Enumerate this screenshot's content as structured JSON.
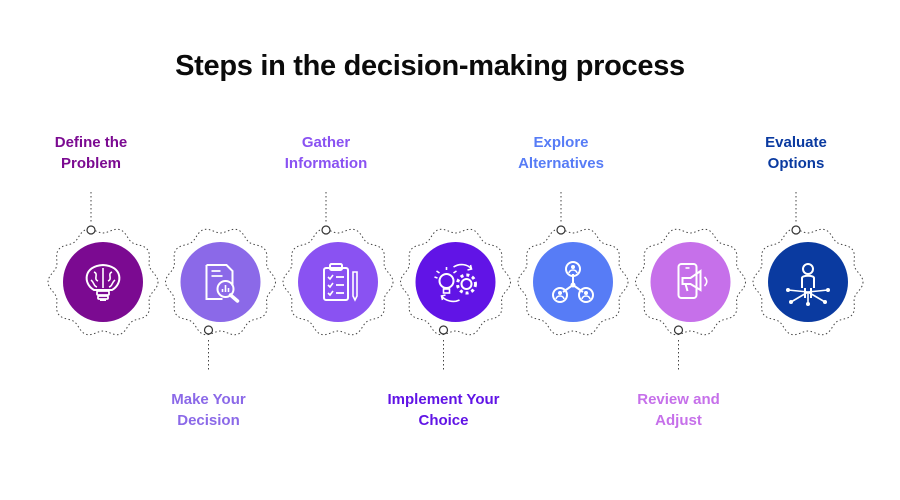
{
  "title": "Steps in the decision-making process",
  "steps": [
    {
      "line1": "Define the",
      "line2": "Problem",
      "color": "#7b0a91",
      "position": "top",
      "icon": "brain-lightbulb-icon"
    },
    {
      "line1": "Make Your",
      "line2": "Decision",
      "color": "#8b69e8",
      "position": "bottom",
      "icon": "document-magnifier-chart-icon"
    },
    {
      "line1": "Gather",
      "line2": "Information",
      "color": "#8a52f2",
      "position": "top",
      "icon": "clipboard-checklist-icon"
    },
    {
      "line1": "Implement Your",
      "line2": "Choice",
      "color": "#6114e6",
      "position": "bottom",
      "icon": "lightbulb-gear-cycle-icon"
    },
    {
      "line1": "Explore",
      "line2": "Alternatives",
      "color": "#577cf6",
      "position": "top",
      "icon": "network-people-icon"
    },
    {
      "line1": "Review and",
      "line2": "Adjust",
      "color": "#c670ea",
      "position": "bottom",
      "icon": "phone-megaphone-icon"
    },
    {
      "line1": "Evaluate",
      "line2": "Options",
      "color": "#0a3aa0",
      "position": "top",
      "icon": "person-arrows-icon"
    }
  ],
  "colors": {
    "title": "#0b0b0b",
    "dotted_line": "#444444",
    "background": "#ffffff"
  }
}
